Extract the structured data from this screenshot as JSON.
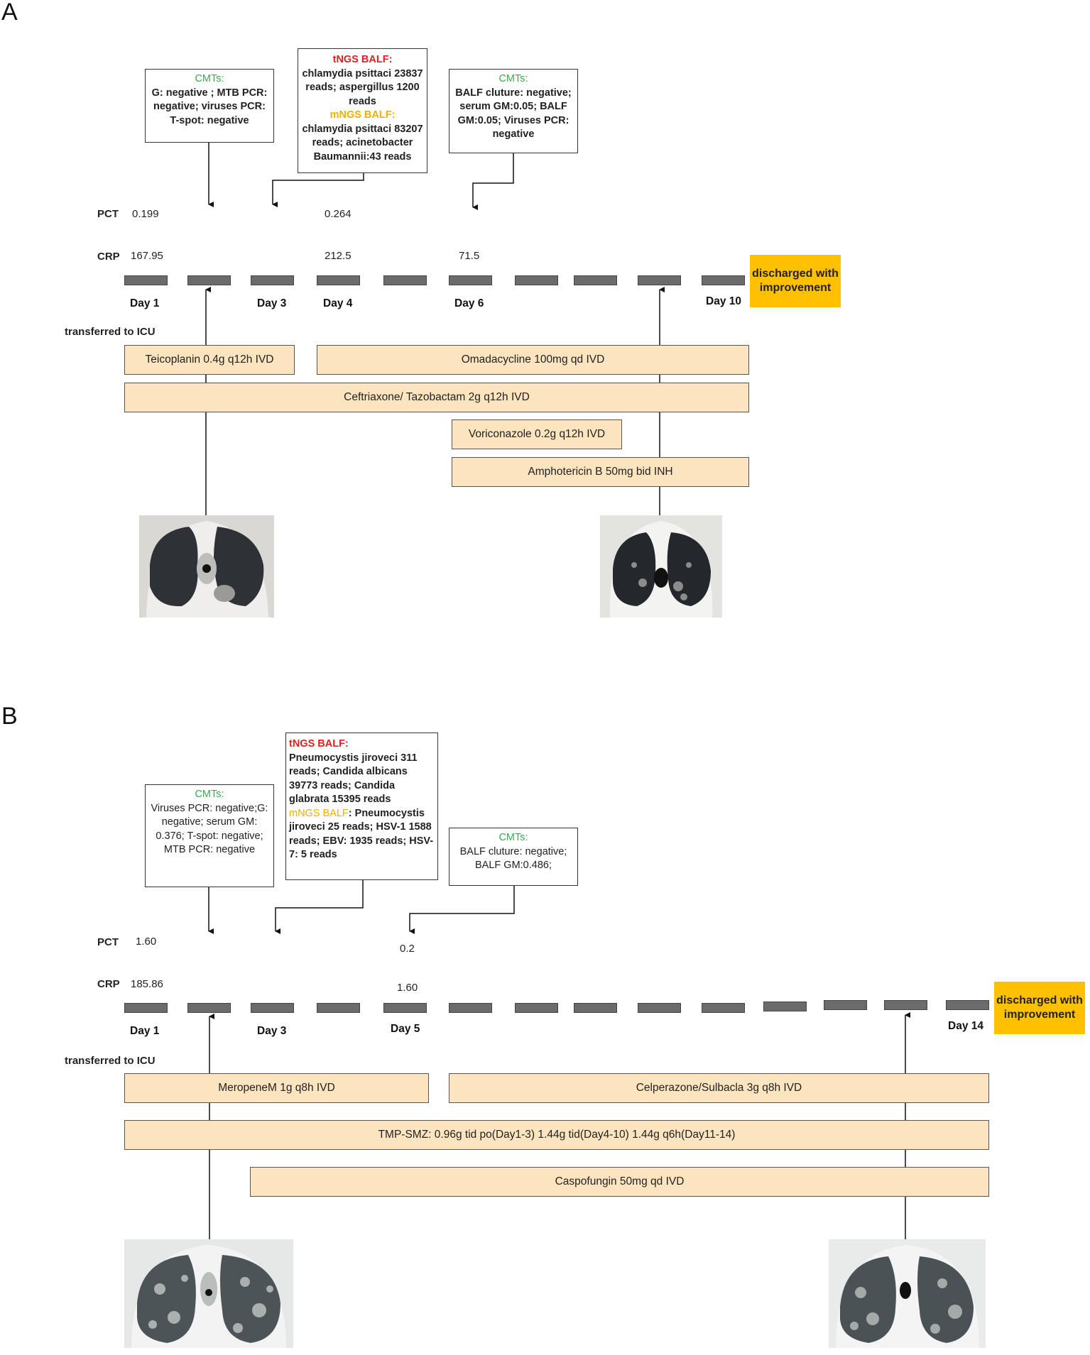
{
  "panelA": {
    "letter": "A",
    "cmt1": {
      "title": "CMTs:",
      "body": "G: negative ; MTB PCR: negative; viruses PCR: T-spot: negative"
    },
    "ngs": {
      "tngs_title": "tNGS BALF:",
      "tngs_body": "chlamydia psittaci 23837 reads; aspergillus 1200 reads",
      "mngs_title": "mNGS BALF:",
      "mngs_body": "chlamydia psittaci 83207 reads; acinetobacter Baumannii:43 reads"
    },
    "cmt2": {
      "title": "CMTs:",
      "body": "BALF cluture: negative; serum GM:0.05; BALF GM:0.05; Viruses PCR: negative"
    },
    "pct_label": "PCT",
    "crp_label": "CRP",
    "pct_values": [
      "0.199",
      "0.264"
    ],
    "crp_values": [
      "167.95",
      "212.5",
      "71.5"
    ],
    "days": [
      "Day 1",
      "Day 3",
      "Day 4",
      "Day 6",
      "Day 10"
    ],
    "icu": "transferred to ICU",
    "discharged": "discharged with improvement",
    "drugs": [
      "Teicoplanin 0.4g q12h IVD",
      "Omadacycline 100mg qd IVD",
      "Ceftriaxone/ Tazobactam  2g q12h IVD",
      "Voriconazole  0.2g q12h IVD",
      "Amphotericin B  50mg bid INH"
    ]
  },
  "panelB": {
    "letter": "B",
    "cmt1": {
      "title": "CMTs:",
      "body": "Viruses PCR: negative;G: negative; serum GM: 0.376; T-spot: negative; MTB PCR: negative"
    },
    "ngs": {
      "tngs_title": "tNGS BALF:",
      "tngs_body": "Pneumocystis jiroveci 311 reads; Candida albicans 39773 reads;  Candida glabrata 15395 reads",
      "mngs_title": "mNGS BALF",
      "mngs_body": ": Pneumocystis jiroveci 25 reads; HSV-1 1588 reads; EBV: 1935 reads; HSV-7: 5 reads"
    },
    "cmt2": {
      "title": "CMTs:",
      "body": "BALF cluture: negative; BALF GM:0.486;"
    },
    "pct_label": "PCT",
    "crp_label": "CRP",
    "pct_values": [
      "1.60",
      "0.2"
    ],
    "crp_values": [
      "185.86",
      "1.60"
    ],
    "days": [
      "Day 1",
      "Day 3",
      "Day 5",
      "Day 14"
    ],
    "icu": "transferred to ICU",
    "discharged": "discharged with improvement",
    "drugs": [
      "MeropeneM 1g q8h IVD",
      "Celperazone/Sulbacla 3g q8h IVD",
      "TMP-SMZ: 0.96g tid po(Day1-3)  1.44g tid(Day4-10)  1.44g q6h(Day11-14)",
      "Caspofungin 50mg qd IVD"
    ]
  }
}
